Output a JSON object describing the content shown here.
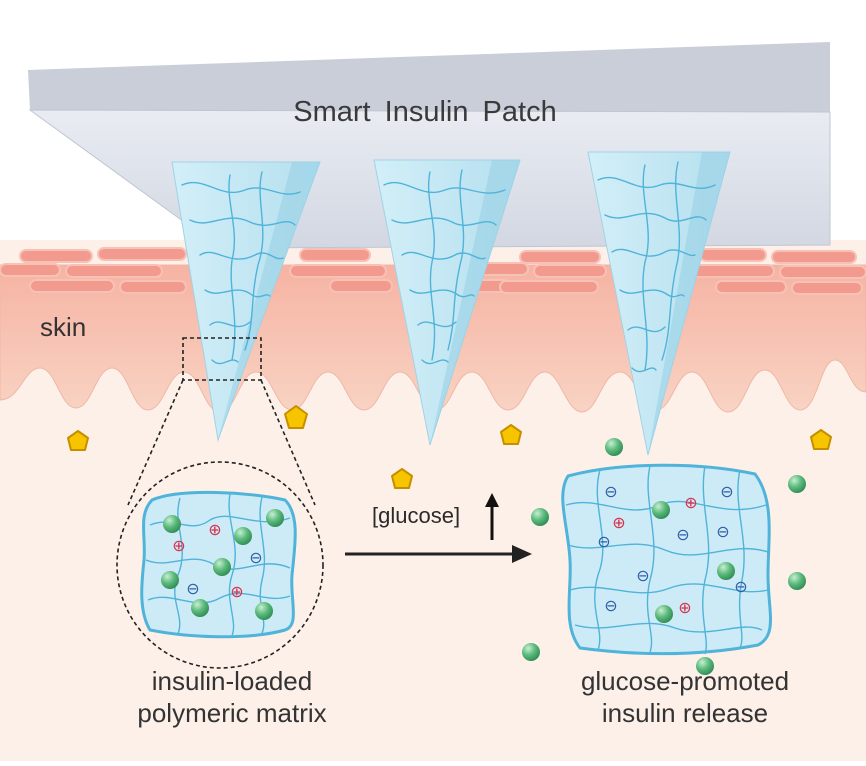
{
  "figure": {
    "title": "Smart  Insulin Patch",
    "skin_label": "skin",
    "arrow_label": "[glucose]",
    "left_caption_line1": "insulin-loaded",
    "left_caption_line2": "polymeric matrix",
    "right_caption_line1": "glucose-promoted",
    "right_caption_line2": "insulin release"
  },
  "legend_symbols": {
    "positive_charge": "⊕",
    "negative_charge": "⊖"
  },
  "colors": {
    "patch": "#dde2ec",
    "skin_top": "#f3a295",
    "skin_dermis": "#f7c9b8",
    "tissue": "#fdeee6",
    "needle": "#bfe6f3",
    "polymer_line": "#4fb3da",
    "insulin_bead": "#4aa86e",
    "glucose": "#f7c500",
    "positive": "#d8304f",
    "negative": "#2f5fa8"
  }
}
